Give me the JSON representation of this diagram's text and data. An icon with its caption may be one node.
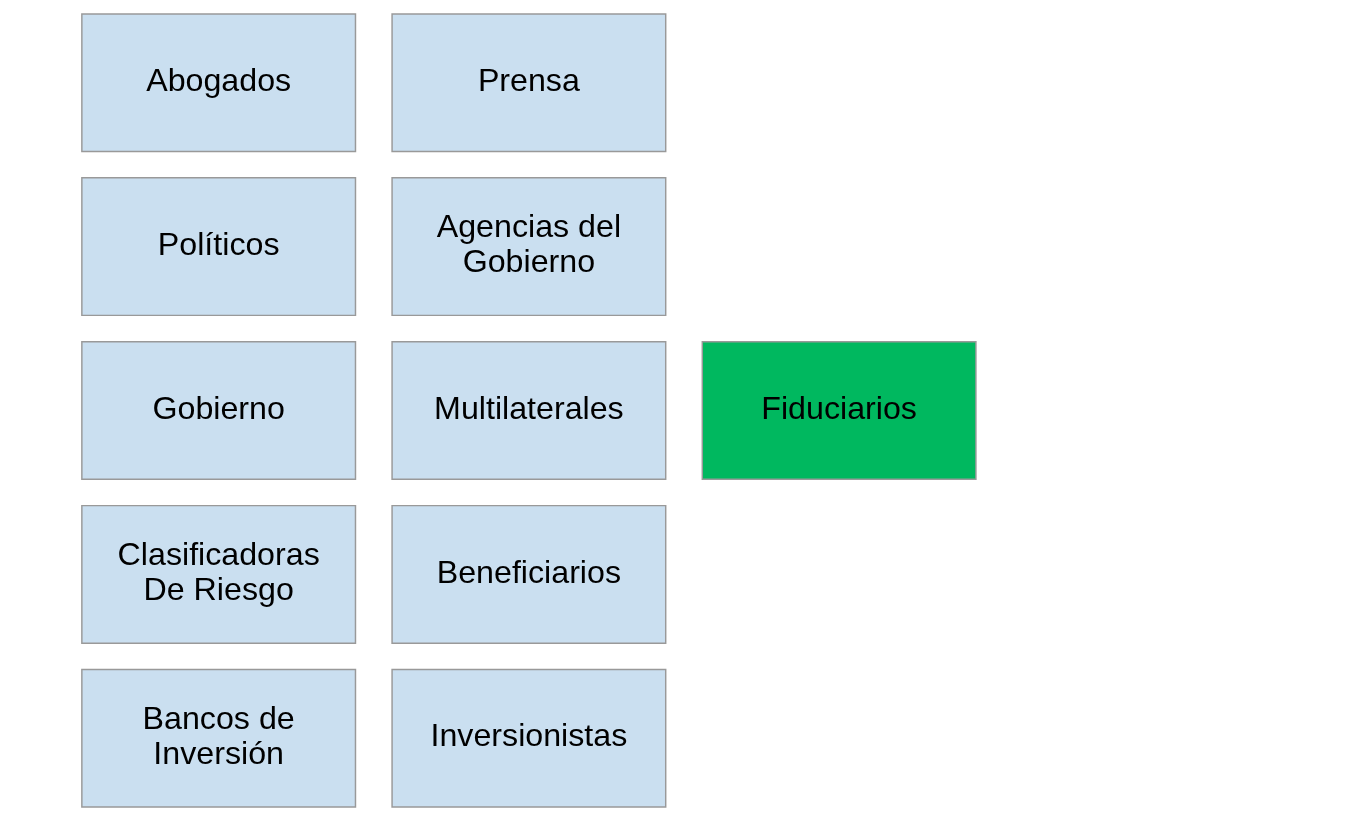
{
  "diagram": {
    "nodes": [
      {
        "text": [
          "Abogados"
        ]
      },
      {
        "text": [
          "Prensa"
        ]
      },
      {
        "text": [
          "Políticos"
        ]
      },
      {
        "text": [
          "Agencias del Gobierno"
        ]
      },
      {
        "text": [
          "Gobierno"
        ]
      },
      {
        "text": [
          "Fiduciarios"
        ]
      },
      {
        "text": [
          "Multilaterales"
        ]
      },
      {
        "text": [
          "Clasificadoras De Riesgo"
        ]
      },
      {
        "text": [
          "Beneficiarios"
        ]
      },
      {
        "text": [
          "Bancos de Inversión"
        ]
      },
      {
        "text": [
          "Inversionistas"
        ]
      }
    ],
    "edges": []
  }
}
